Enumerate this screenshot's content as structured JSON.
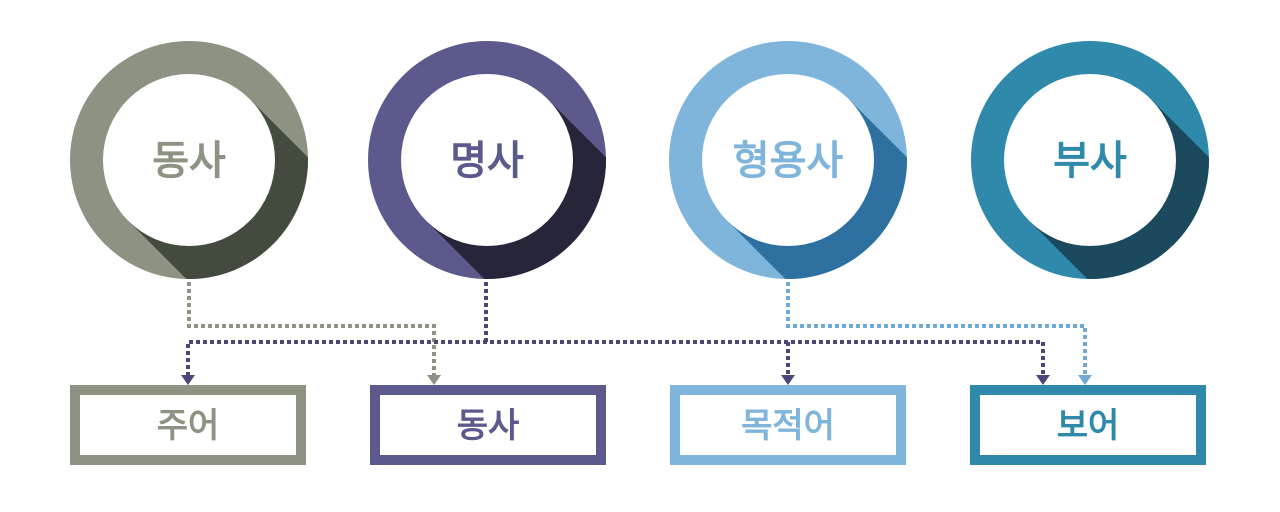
{
  "parts_of_speech": [
    {
      "label": "동사",
      "color": "#8c9382",
      "shadow": "#434a3e"
    },
    {
      "label": "명사",
      "color": "#5c5a8c",
      "shadow": "#27253a"
    },
    {
      "label": "형용사",
      "color": "#7fb4db",
      "shadow": "#2e71a0"
    },
    {
      "label": "부사",
      "color": "#2e89ab",
      "shadow": "#1b4a5e"
    }
  ],
  "sentence_components": [
    {
      "label": "주어",
      "color": "#8c9382"
    },
    {
      "label": "동사",
      "color": "#5c5a8c"
    },
    {
      "label": "목적어",
      "color": "#7fb4db"
    },
    {
      "label": "보어",
      "color": "#2e89ab"
    }
  ],
  "connections": [
    {
      "from": "동사",
      "to": [
        "동사"
      ],
      "color": "#8c9382"
    },
    {
      "from": "명사",
      "to": [
        "주어",
        "목적어",
        "보어"
      ],
      "color": "#4a4778"
    },
    {
      "from": "형용사",
      "to": [
        "보어"
      ],
      "color": "#6fa9d6"
    }
  ]
}
